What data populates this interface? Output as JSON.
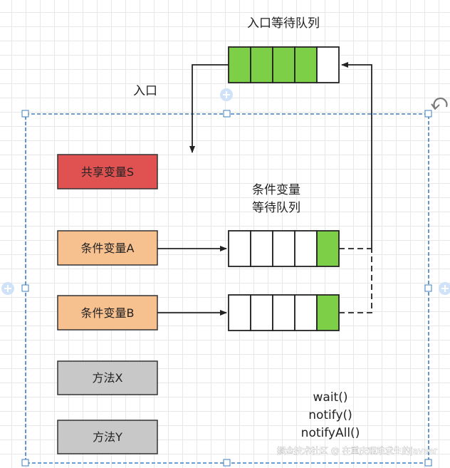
{
  "diagram": {
    "entry_queue_title": "入口等待队列",
    "entry_label": "入口",
    "shared_variable_label": "共享变量S",
    "condition_a_label": "条件变量A",
    "condition_b_label": "条件变量B",
    "condition_queue_title_line1": "条件变量",
    "condition_queue_title_line2": "等待队列",
    "method_x_label": "方法X",
    "method_y_label": "方法Y",
    "methods_line1": "wait()",
    "methods_line2": "notify()",
    "methods_line3": "notifyAll()",
    "watermark": "掘金技术社区 @ 在重庆艰难求生的javaer",
    "colors": {
      "green": "#7ccf47",
      "red": "#e05252",
      "orange": "#f6c08f",
      "gray": "#c8c8c8",
      "selection_blue": "#3f7fbf"
    }
  }
}
